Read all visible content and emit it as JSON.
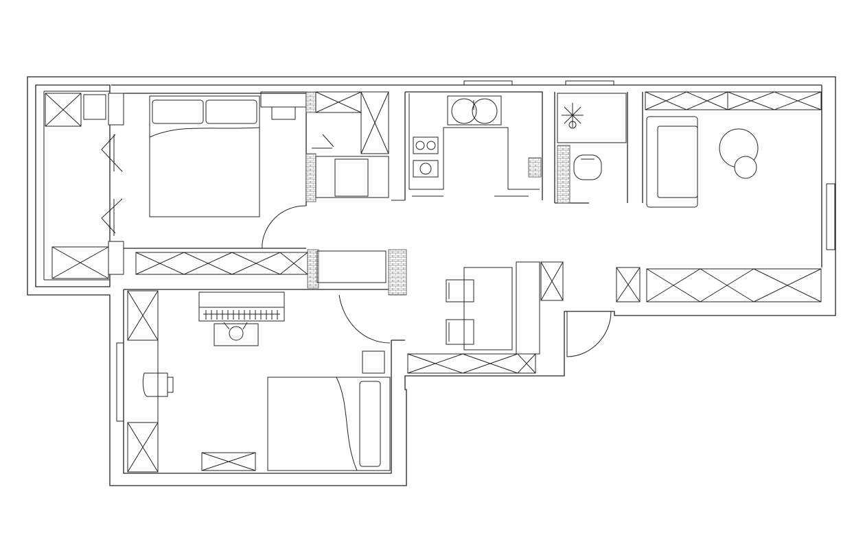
{
  "drawing": {
    "kind": "floor-plan",
    "line_color": "#222222",
    "background_color": "#ffffff",
    "text_labels": []
  },
  "rooms": [
    {
      "id": "balcony",
      "furniture": [
        "cabinet",
        "cabinet",
        "cabinet",
        "folding-door"
      ]
    },
    {
      "id": "master-bedroom",
      "furniture": [
        "double-bed",
        "pillow",
        "pillow",
        "desk",
        "wardrobe"
      ]
    },
    {
      "id": "study-nook",
      "furniture": [
        "desk",
        "cabinet",
        "cabinet"
      ]
    },
    {
      "id": "kitchen",
      "furniture": [
        "double-sink",
        "stove",
        "stove",
        "counter"
      ]
    },
    {
      "id": "bathroom",
      "furniture": [
        "shower",
        "toilet"
      ]
    },
    {
      "id": "living-room",
      "furniture": [
        "sofa",
        "round-table",
        "stool",
        "cabinet-row",
        "tv-cabinet"
      ]
    },
    {
      "id": "dining",
      "furniture": [
        "bar-counter",
        "chair",
        "chair",
        "cabinet-row"
      ]
    },
    {
      "id": "second-bedroom",
      "furniture": [
        "piano",
        "piano-bench",
        "chair",
        "bed",
        "wardrobe",
        "cabinet",
        "nightstand"
      ]
    }
  ]
}
